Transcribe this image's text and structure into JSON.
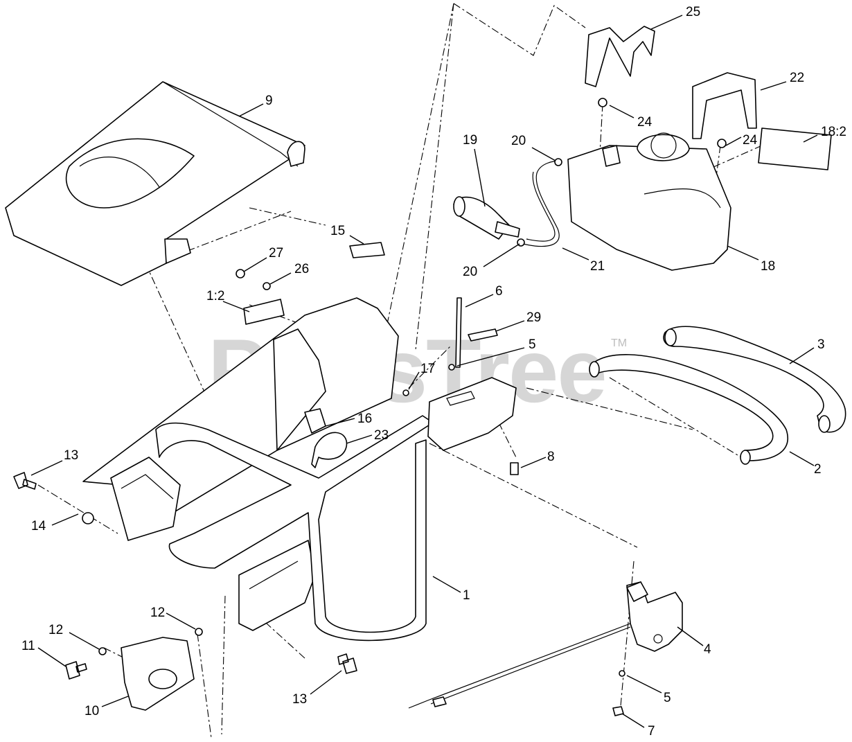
{
  "watermark": {
    "text": "PartsTree",
    "trademark": "TM"
  },
  "callouts": [
    {
      "id": "c25",
      "label": "25"
    },
    {
      "id": "c22",
      "label": "22"
    },
    {
      "id": "c24a",
      "label": "24"
    },
    {
      "id": "c24b",
      "label": "24"
    },
    {
      "id": "c18-2",
      "label": "18:2"
    },
    {
      "id": "c9",
      "label": "9"
    },
    {
      "id": "c19",
      "label": "19"
    },
    {
      "id": "c20a",
      "label": "20"
    },
    {
      "id": "c15",
      "label": "15"
    },
    {
      "id": "c20b",
      "label": "20"
    },
    {
      "id": "c21",
      "label": "21"
    },
    {
      "id": "c18",
      "label": "18"
    },
    {
      "id": "c27",
      "label": "27"
    },
    {
      "id": "c26",
      "label": "26"
    },
    {
      "id": "c1-2",
      "label": "1:2"
    },
    {
      "id": "c6",
      "label": "6"
    },
    {
      "id": "c29",
      "label": "29"
    },
    {
      "id": "c3",
      "label": "3"
    },
    {
      "id": "c5a",
      "label": "5"
    },
    {
      "id": "c17",
      "label": "17"
    },
    {
      "id": "c16",
      "label": "16"
    },
    {
      "id": "c23",
      "label": "23"
    },
    {
      "id": "c13a",
      "label": "13"
    },
    {
      "id": "c8",
      "label": "8"
    },
    {
      "id": "c2",
      "label": "2"
    },
    {
      "id": "c14",
      "label": "14"
    },
    {
      "id": "c1",
      "label": "1"
    },
    {
      "id": "c12a",
      "label": "12"
    },
    {
      "id": "c12b",
      "label": "12"
    },
    {
      "id": "c11",
      "label": "11"
    },
    {
      "id": "c4",
      "label": "4"
    },
    {
      "id": "c10",
      "label": "10"
    },
    {
      "id": "c13b",
      "label": "13"
    },
    {
      "id": "c5b",
      "label": "5"
    },
    {
      "id": "c7",
      "label": "7"
    }
  ]
}
